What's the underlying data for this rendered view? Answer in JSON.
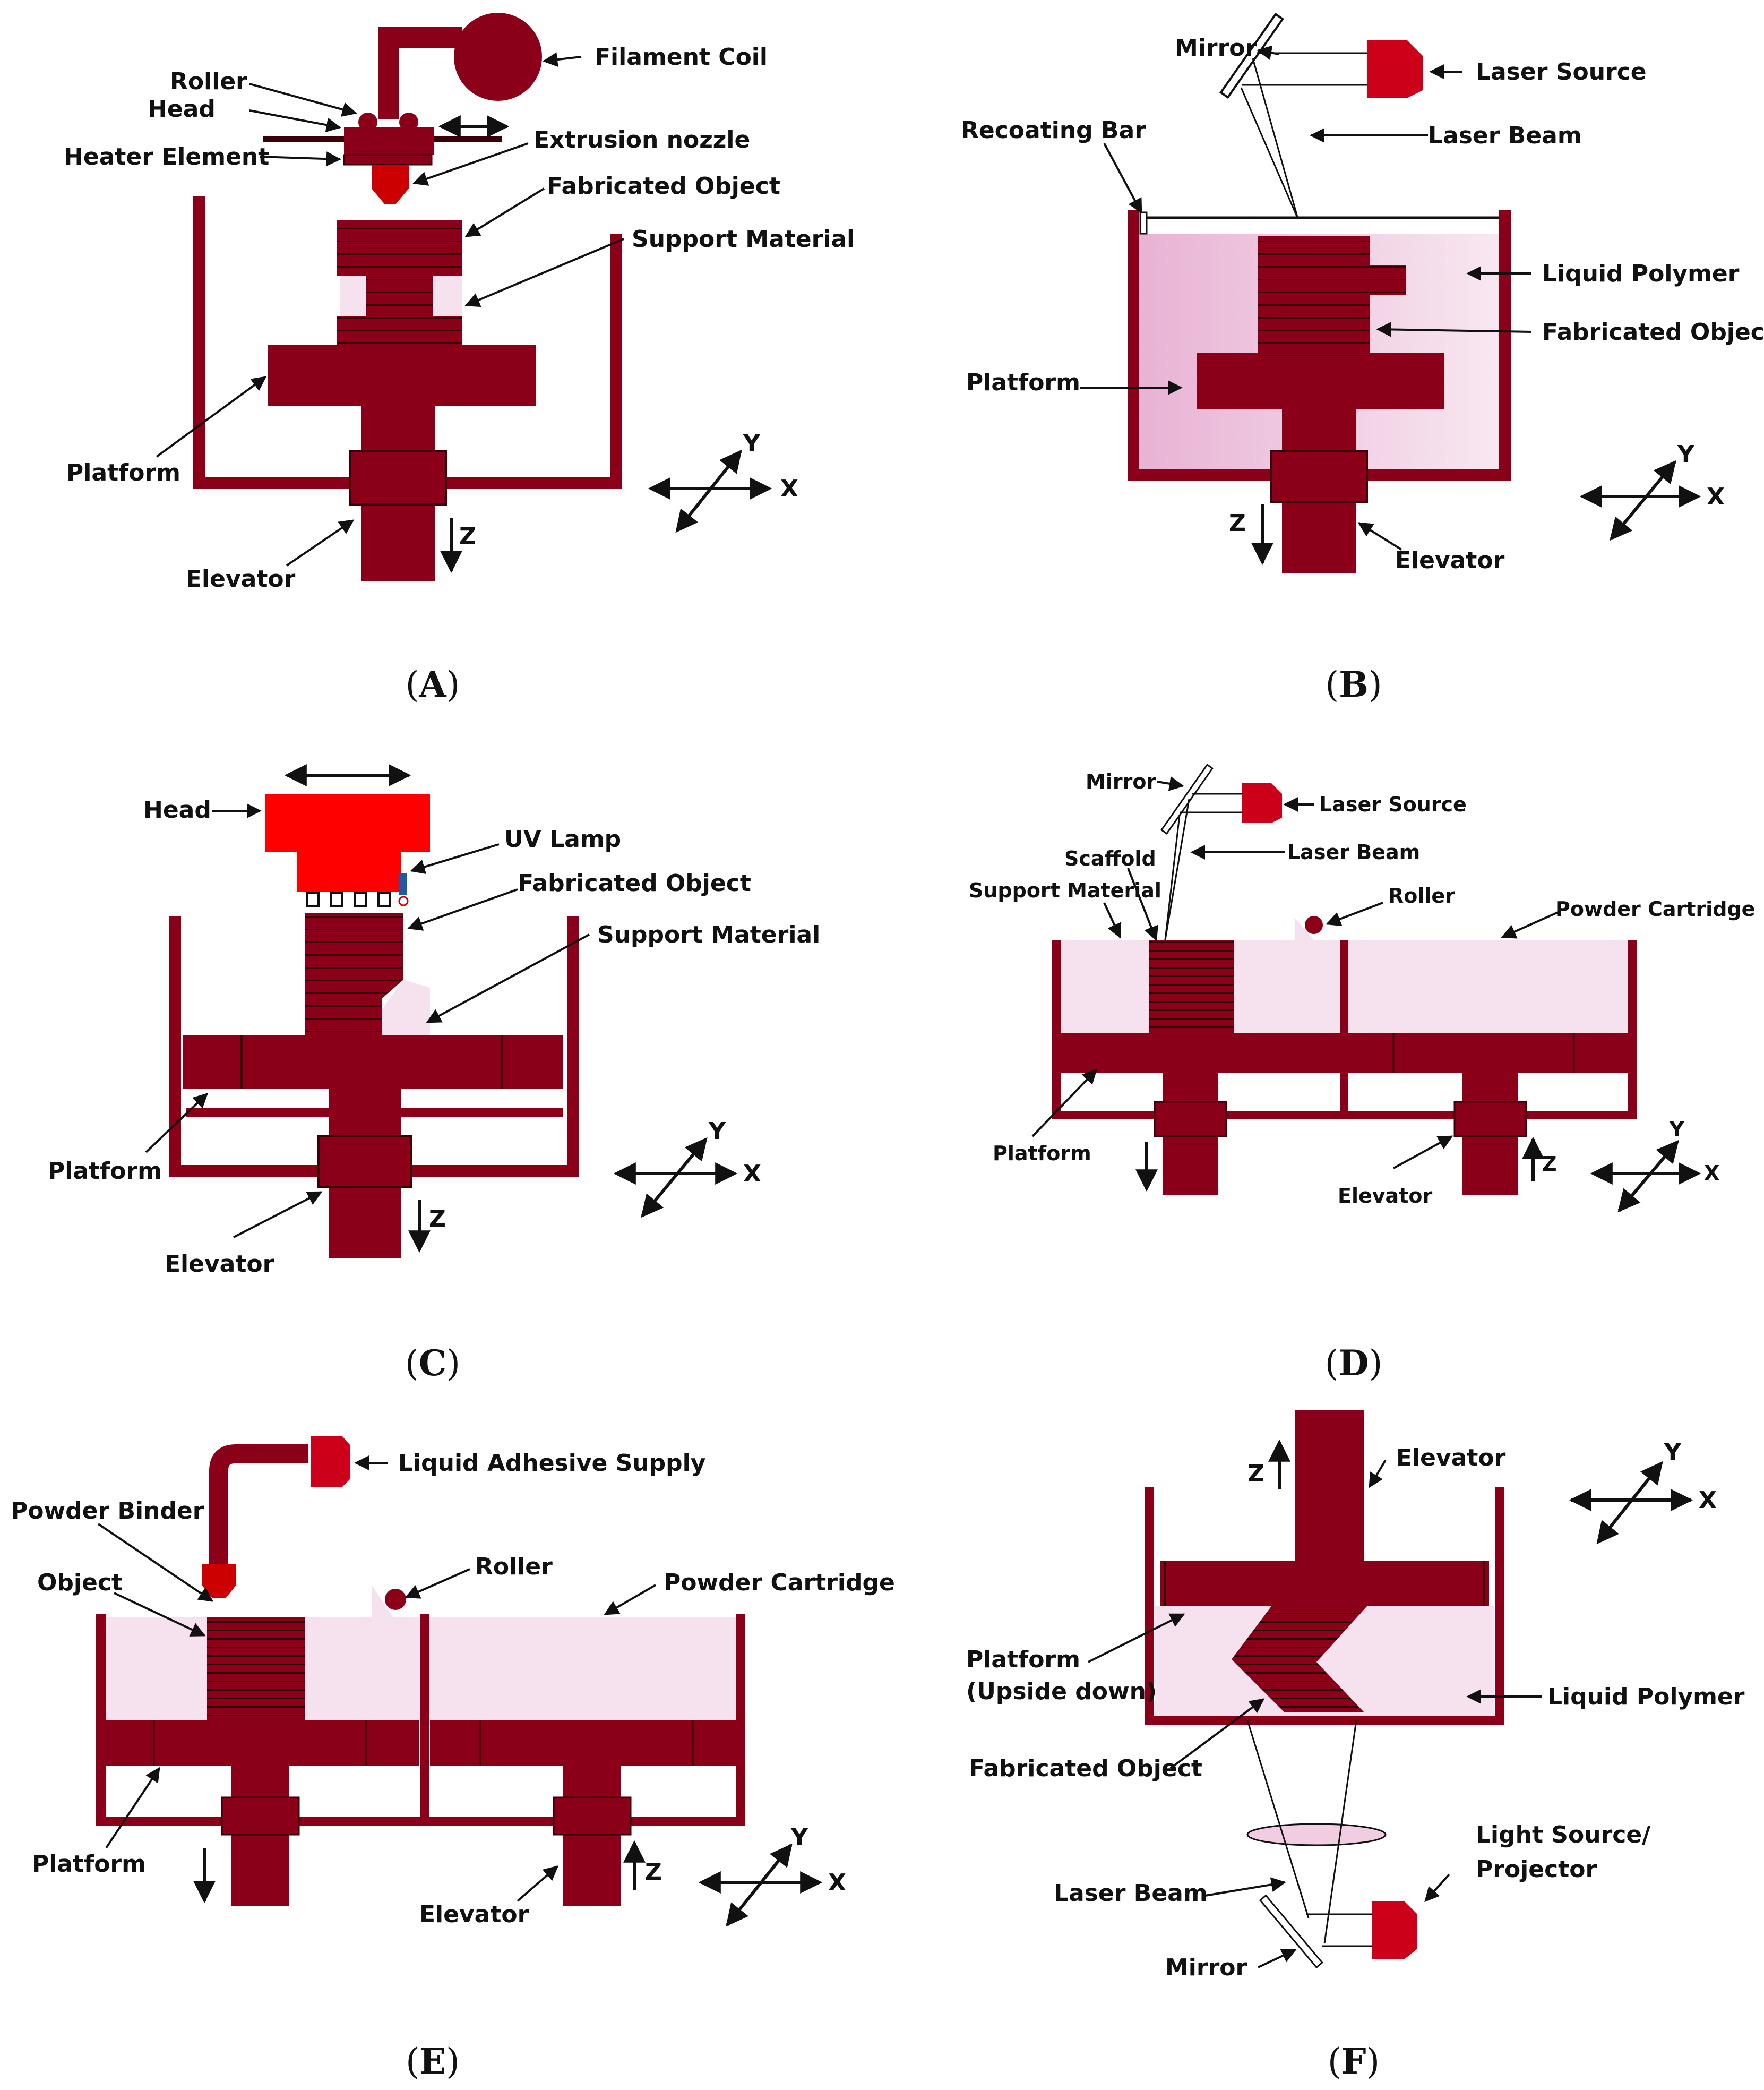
{
  "colors": {
    "maroon": "#8b0018",
    "red": "#ff0000",
    "pink_light": "#f6e2ee",
    "pink_mid": "#e8b2d3",
    "line": "#111111"
  },
  "panels": {
    "A": {
      "caption_open": "(",
      "caption_letter": "A",
      "caption_close": ")",
      "filament_coil": "Filament Coil",
      "roller": "Roller",
      "head": "Head",
      "heater_element": "Heater Element",
      "extrusion_nozzle": "Extrusion nozzle",
      "fabricated_object": "Fabricated Object",
      "support_material": "Support Material",
      "platform": "Platform",
      "elevator": "Elevator",
      "axis_x": "X",
      "axis_y": "Y",
      "axis_z": "Z"
    },
    "B": {
      "caption_open": "(",
      "caption_letter": "B",
      "caption_close": ")",
      "mirror": "Mirror",
      "laser_source": "Laser Source",
      "recoating_bar": "Recoating Bar",
      "laser_beam": "Laser Beam",
      "liquid_polymer": "Liquid Polymer",
      "fabricated_object": "Fabricated Object",
      "platform": "Platform",
      "elevator": "Elevator",
      "axis_x": "X",
      "axis_y": "Y",
      "axis_z": "Z"
    },
    "C": {
      "caption_open": "(",
      "caption_letter": "C",
      "caption_close": ")",
      "head": "Head",
      "uv_lamp": "UV Lamp",
      "fabricated_object": "Fabricated Object",
      "support_material": "Support Material",
      "platform": "Platform",
      "elevator": "Elevator",
      "axis_x": "X",
      "axis_y": "Y",
      "axis_z": "Z"
    },
    "D": {
      "caption_open": "(",
      "caption_letter": "D",
      "caption_close": ")",
      "mirror": "Mirror",
      "laser_source": "Laser Source",
      "laser_beam": "Laser Beam",
      "scaffold": "Scaffold",
      "support_material": "Support Material",
      "roller": "Roller",
      "powder_cartridge": "Powder Cartridge",
      "platform": "Platform",
      "elevator": "Elevator",
      "axis_x": "X",
      "axis_y": "Y",
      "axis_z": "Z"
    },
    "E": {
      "caption_open": "(",
      "caption_letter": "E",
      "caption_close": ")",
      "liquid_adhesive_supply": "Liquid Adhesive Supply",
      "powder_binder": "Powder Binder",
      "object": "Object",
      "roller": "Roller",
      "powder_cartridge": "Powder Cartridge",
      "platform": "Platform",
      "elevator": "Elevator",
      "axis_x": "X",
      "axis_y": "Y",
      "axis_z": "Z"
    },
    "F": {
      "caption_open": "(",
      "caption_letter": "F",
      "caption_close": ")",
      "elevator": "Elevator",
      "platform_line1": "Platform",
      "platform_line2": "(Upside down)",
      "liquid_polymer": "Liquid Polymer",
      "fabricated_object": "Fabricated Object",
      "light_source_line1": "Light Source/",
      "light_source_line2": "Projector",
      "laser_beam": "Laser Beam",
      "mirror": "Mirror",
      "axis_x": "X",
      "axis_y": "Y",
      "axis_z": "Z"
    }
  }
}
